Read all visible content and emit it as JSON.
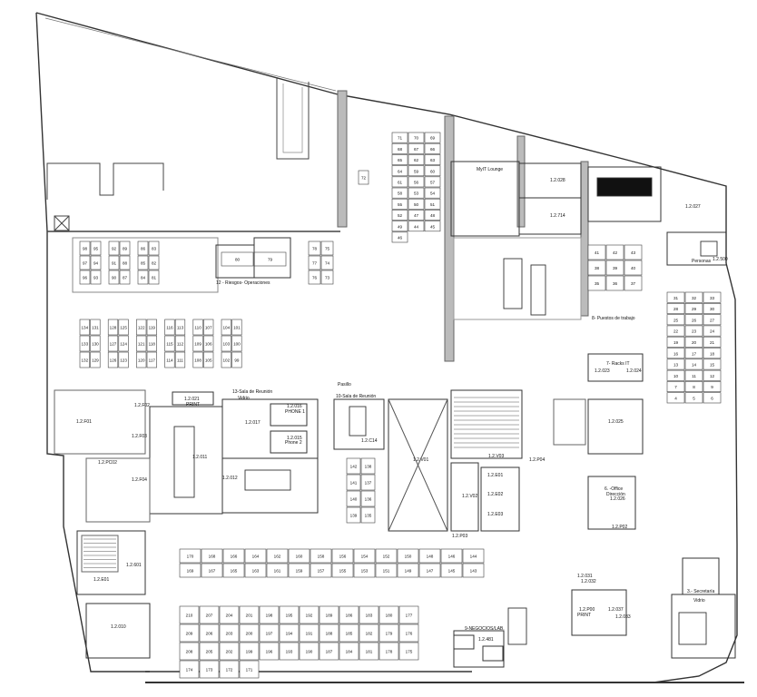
{
  "labels": {
    "riesgos": "12 - Riesgos- Operaciones",
    "myit": "MyIT Lounge",
    "r2028": "1.2.028",
    "r2714": "1.2.714",
    "r2027": "1.2.027",
    "personas": "Personas",
    "r2500": "1.2.500",
    "puestos": "8- Puestos de trabajo",
    "sala13": "13-Sala de Reunión",
    "vidrio": "Vidrio",
    "print": "PRINT",
    "r2021": "1.2.021",
    "r2016": "1.2.016",
    "phone1": "PHONE 1",
    "r2017": "1.2.017",
    "r2015": "1.2.015",
    "phone2": "Phone 2",
    "r2011": "1.2.011",
    "r2012": "1.2.012",
    "pasillo": "Pasillo",
    "sala10": "10-Sala de Reunión",
    "rc14": "1.2.C14",
    "r2v01": "1.2.V01",
    "r2v02": "1.2.V02",
    "r2v03": "1.2.V03",
    "r2p03": "1.2.P03",
    "r2p04": "1.2.P04",
    "rack": "7- Racks IT",
    "r2023": "1.2.023",
    "r2024": "1.2.024",
    "r2025": "1.2.025",
    "r2026": "1.2.026",
    "office": "6. -Office",
    "direccion": "Dirección",
    "r2p02": "1.2.P02",
    "rf01": "1.2.F01",
    "rf02": "1.2.F02",
    "rf03": "1.2.F03",
    "rf04": "1.2.F04",
    "rp02": "1.2.PC02",
    "r2e01": "1.2.E01",
    "r2e02": "1.2.E02",
    "r2e03": "1.2.E03",
    "r2601": "1.2.601",
    "r2010": "1.2.010",
    "negocio": "9-NEGOCIOS/LAB.",
    "r2481": "1.2.481",
    "r2031": "1.2.031",
    "r2032": "1.2.032",
    "r2p00": "1.2.P00",
    "r2037": "1.2.037",
    "r2033": "1.2.033",
    "secretaria": "3.- Secretaría",
    "vidrio2": "Vidrio",
    "print2": "PRINT"
  },
  "desks": {
    "g1": [
      "98",
      "95",
      "92",
      "89",
      "86",
      "83",
      "97",
      "94",
      "91",
      "88",
      "85",
      "82",
      "96",
      "93",
      "90",
      "87",
      "84",
      "81"
    ],
    "g1b": [
      "80",
      "79"
    ],
    "g2": [
      "78",
      "75",
      "77",
      "74",
      "76",
      "73"
    ],
    "g3": [
      "72"
    ],
    "row_a": [
      "134",
      "131",
      "128",
      "125",
      "122",
      "119",
      "116",
      "113",
      "110",
      "107",
      "104",
      "101",
      "133",
      "130",
      "127",
      "124",
      "121",
      "118",
      "115",
      "112",
      "109",
      "106",
      "103",
      "100",
      "132",
      "129",
      "126",
      "123",
      "120",
      "117",
      "114",
      "111",
      "108",
      "105",
      "102",
      "99"
    ],
    "col_b": [
      "71",
      "70",
      "69",
      "68",
      "67",
      "66",
      "65",
      "62",
      "63",
      "64",
      "59",
      "60",
      "61",
      "56",
      "57",
      "58",
      "53",
      "54",
      "55",
      "50",
      "51",
      "52",
      "47",
      "48",
      "49",
      "44",
      "45",
      "46"
    ],
    "col_c": [
      "41",
      "42",
      "43",
      "38",
      "39",
      "40",
      "35",
      "36",
      "37"
    ],
    "col_e": [
      "31",
      "32",
      "33",
      "28",
      "29",
      "30",
      "25",
      "26",
      "27",
      "22",
      "23",
      "24",
      "19",
      "20",
      "21",
      "16",
      "17",
      "18",
      "13",
      "14",
      "15",
      "10",
      "11",
      "12",
      "7",
      "8",
      "9",
      "4",
      "5",
      "6"
    ],
    "col_d": [
      "142",
      "138",
      "141",
      "137",
      "140",
      "136",
      "139",
      "135"
    ],
    "row_f": [
      "170",
      "168",
      "166",
      "164",
      "162",
      "160",
      "158",
      "156",
      "154",
      "152",
      "150",
      "148",
      "146",
      "144",
      "169",
      "167",
      "165",
      "163",
      "161",
      "159",
      "157",
      "155",
      "153",
      "151",
      "149",
      "147",
      "145",
      "143"
    ],
    "row_g": [
      "210",
      "207",
      "204",
      "201",
      "198",
      "195",
      "192",
      "189",
      "186",
      "183",
      "180",
      "177",
      "209",
      "206",
      "203",
      "200",
      "197",
      "194",
      "191",
      "188",
      "185",
      "182",
      "179",
      "176",
      "208",
      "205",
      "202",
      "199",
      "196",
      "193",
      "190",
      "187",
      "184",
      "181",
      "178",
      "175",
      "174",
      "173",
      "172",
      "171"
    ]
  }
}
